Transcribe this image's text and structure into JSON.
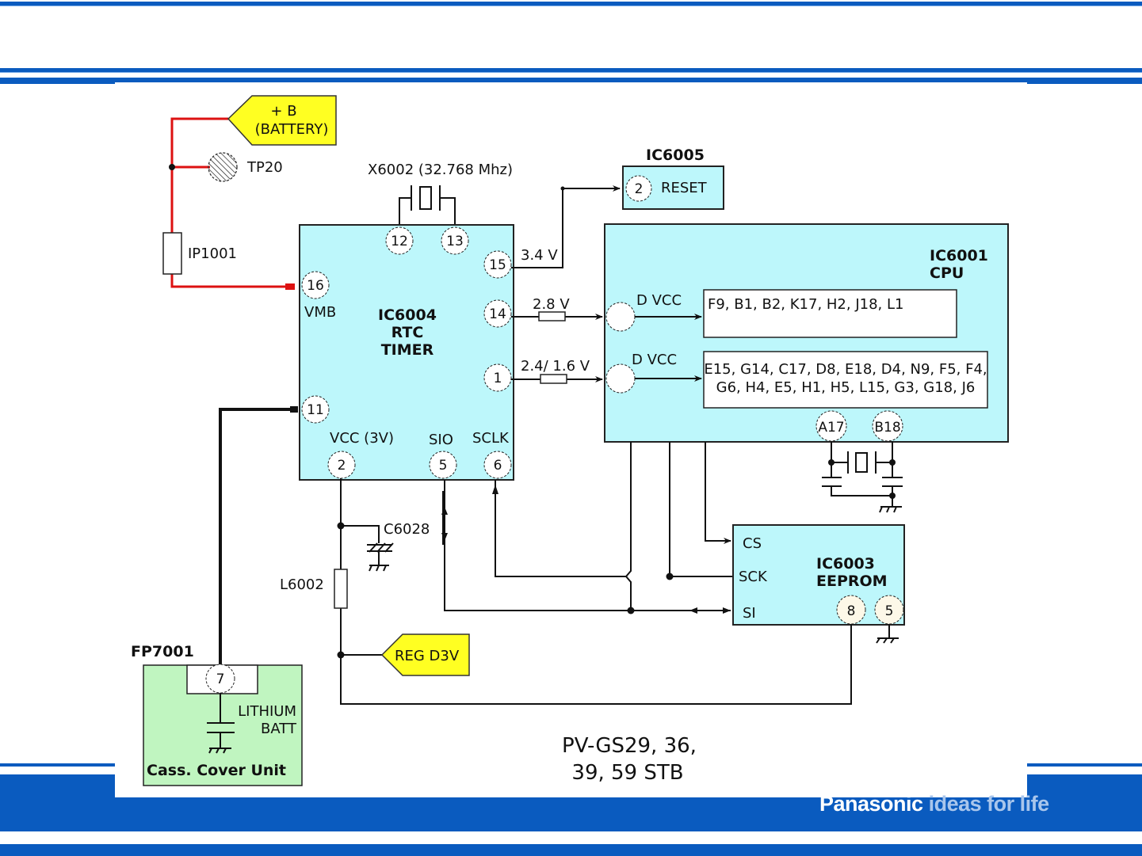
{
  "slide": {
    "brand": {
      "name": "Panasonic",
      "tagline": "ideas for life"
    },
    "colors": {
      "band_blue": "#0a5bbf",
      "ic_fill": "#bdf7fb",
      "cass_fill": "#c0f5c0",
      "flag_fill": "#ffff22",
      "battery_wire": "#dd1111"
    },
    "footer_caption": {
      "line1": "PV-GS29, 36,",
      "line2": "39, 59 STB"
    }
  },
  "diagram": {
    "battery_flag": {
      "line1": "+ B",
      "line2": "(BATTERY)"
    },
    "tp20": "TP20",
    "ip1001": "IP1001",
    "crystal_x6002": "X6002 (32.768 Mhz)",
    "ic6004": {
      "title1": "IC6004",
      "title2": "RTC",
      "title3": "TIMER",
      "pins": [
        {
          "num": "12"
        },
        {
          "num": "13"
        },
        {
          "num": "15"
        },
        {
          "num": "16",
          "label": "VMB"
        },
        {
          "num": "14"
        },
        {
          "num": "1"
        },
        {
          "num": "11"
        },
        {
          "num": "2",
          "label": "VCC (3V)"
        },
        {
          "num": "5",
          "label": "SIO"
        },
        {
          "num": "6",
          "label": "SCLK"
        }
      ]
    },
    "voltages": {
      "pin15": "3.4 V",
      "pin14": "2.8 V",
      "pin1": "2.4/ 1.6 V"
    },
    "ic6005": {
      "title": "IC6005",
      "pin": "2",
      "label": "RESET"
    },
    "ic6001": {
      "title1": "IC6001",
      "title2": "CPU",
      "dvcc1": "D VCC",
      "dvcc2": "D VCC",
      "pins_group1": "F9, B1, B2, K17, H2, J18, L1",
      "pins_group2_line1": "E15, G14, C17, D8, E18, D4, N9, F5, F4,",
      "pins_group2_line2": "G6, H4, E5, H1, H5, L15, G3, G18, J6",
      "xtal_pins": [
        "A17",
        "B18"
      ]
    },
    "ic6003": {
      "title1": "IC6003",
      "title2": "EEPROM",
      "cs": "CS",
      "sck": "SCK",
      "si": "SI",
      "pins": [
        "8",
        "5"
      ]
    },
    "c6028": "C6028",
    "l6002": "L6002",
    "reg_flag": "REG D3V",
    "fp7001": {
      "title": "FP7001",
      "pin": "7",
      "batt1": "LITHIUM",
      "batt2": "BATT",
      "unit": "Cass. Cover Unit"
    }
  }
}
